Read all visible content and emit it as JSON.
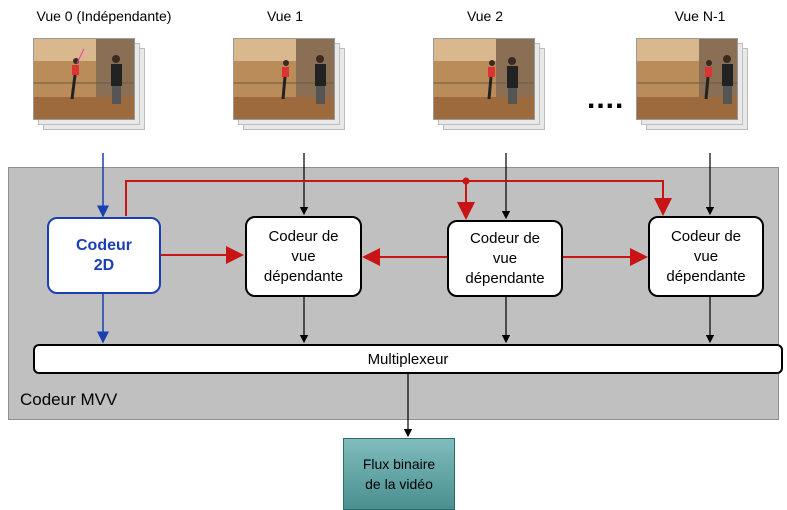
{
  "views": [
    {
      "label": "Vue 0 (Indépendante)"
    },
    {
      "label": "Vue 1"
    },
    {
      "label": "Vue 2"
    },
    {
      "label": "Vue N-1"
    }
  ],
  "ellipsis": "....",
  "encoder_2d": {
    "line1": "Codeur",
    "line2": "2D"
  },
  "dependent_encoders": [
    {
      "line1": "Codeur de",
      "line2": "vue",
      "line3": "dépendante"
    },
    {
      "line1": "Codeur de",
      "line2": "vue",
      "line3": "dépendante"
    },
    {
      "line1": "Codeur de",
      "line2": "vue",
      "line3": "dépendante"
    }
  ],
  "multiplexer": "Multiplexeur",
  "panel_label": "Codeur MVV",
  "output": {
    "line1": "Flux binaire",
    "line2": "de la vidéo"
  },
  "colors": {
    "blue_arrow": "#1a3fb5",
    "red_arrow": "#c81414",
    "black_arrow": "#000000",
    "panel": "#c0c0c0",
    "output_fill": "#6aa7a8"
  },
  "frame_content": "dance-studio-video-frame"
}
